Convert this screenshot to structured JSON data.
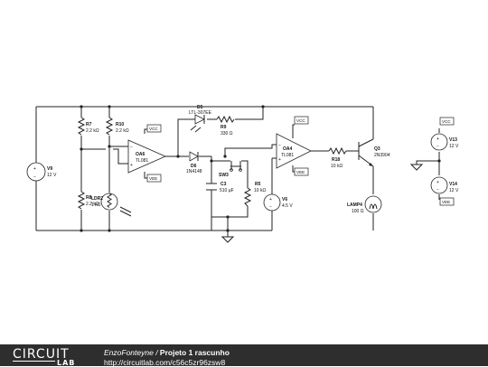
{
  "schematic": {
    "components": {
      "V9": {
        "name": "V9",
        "value": "12 V"
      },
      "R7": {
        "name": "R7",
        "value": "2.2 kΩ"
      },
      "R10": {
        "name": "R10",
        "value": "2.2 kΩ"
      },
      "R8": {
        "name": "R8",
        "value": "2.2 kΩ"
      },
      "LDR2": {
        "name": "LDR2",
        "value": "1 kΩ"
      },
      "OA6": {
        "name": "OA6",
        "value": "TL081"
      },
      "D5": {
        "name": "D5",
        "value": "LTL-307EE"
      },
      "R9": {
        "name": "R9",
        "value": "330 Ω"
      },
      "D6": {
        "name": "D6",
        "value": "1N4148"
      },
      "SW3": {
        "name": "SW3"
      },
      "C3": {
        "name": "C3",
        "value": "510 µF"
      },
      "R5": {
        "name": "R5",
        "value": "10 kΩ"
      },
      "V6": {
        "name": "V6",
        "value": "4.5 V"
      },
      "OA4": {
        "name": "OA4",
        "value": "TL081"
      },
      "R18": {
        "name": "R18",
        "value": "10 kΩ"
      },
      "Q3": {
        "name": "Q3",
        "value": "2N3904"
      },
      "LAMP4": {
        "name": "LAMP4",
        "value": "100 Ω"
      },
      "V13": {
        "name": "V13",
        "value": "12 V"
      },
      "V14": {
        "name": "V14",
        "value": "12 V"
      }
    },
    "rails": {
      "vcc": "VCC",
      "vee": "VEE"
    },
    "symbols": {
      "plus": "+",
      "minus": "−"
    }
  },
  "footer": {
    "logo_top": "CIRCUIT",
    "logo_bottom": "LAB",
    "author": "EnzoFonteyne",
    "separator": " / ",
    "project": "Projeto 1 rascunho",
    "url": "http://circuitlab.com/c56c5zr96zsw8"
  }
}
